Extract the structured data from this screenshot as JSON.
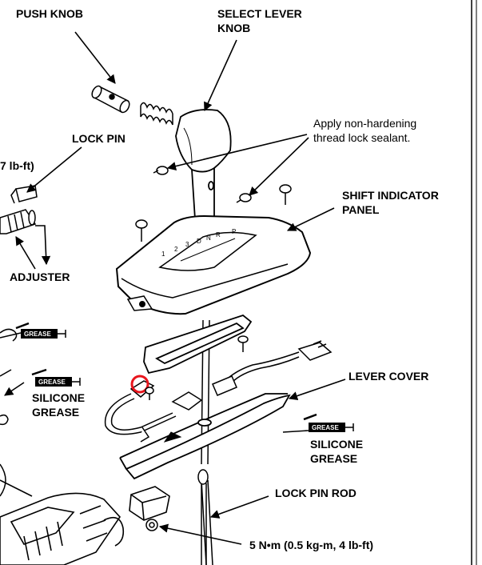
{
  "labels": {
    "push_knob": "PUSH KNOB",
    "select_lever_knob_1": "SELECT LEVER",
    "select_lever_knob_2": "KNOB",
    "lock_pin": "LOCK PIN",
    "torque_partial": "7 lb-ft)",
    "adjuster": "ADJUSTER",
    "sealant_note_1": "Apply non-hardening",
    "sealant_note_2": "thread lock sealant.",
    "shift_indicator_panel_1": "SHIFT INDICATOR",
    "shift_indicator_panel_2": "PANEL",
    "lever_cover": "LEVER COVER",
    "silicone_grease_left_1": "SILICONE",
    "silicone_grease_left_2": "GREASE",
    "silicone_grease_right_1": "SILICONE",
    "silicone_grease_right_2": "GREASE",
    "lock_pin_rod": "LOCK PIN ROD",
    "torque_bottom": "5 N•m (0.5 kg-m, 4 lb-ft)"
  },
  "grease_tags": [
    "GREASE",
    "GREASE",
    "GREASE"
  ],
  "gear_markings": [
    "P",
    "R",
    "N",
    "D",
    "3",
    "2",
    "1"
  ],
  "colors": {
    "ink": "#000000",
    "paper": "#ffffff",
    "highlight": "#e8141c"
  }
}
